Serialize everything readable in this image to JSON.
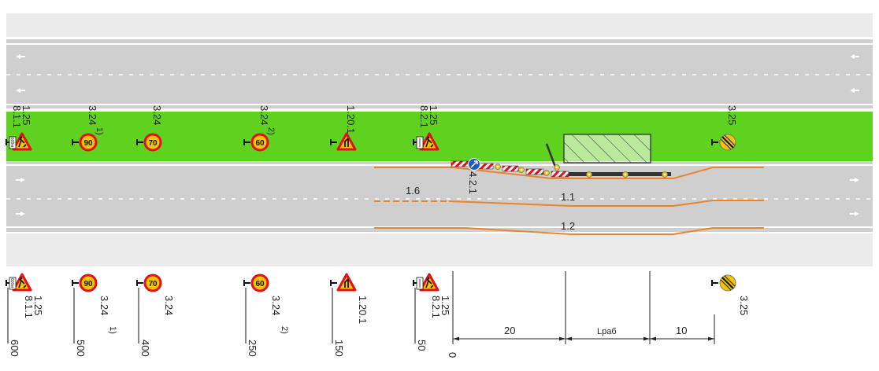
{
  "signs": [
    {
      "id": "s600",
      "code": "1.25",
      "code2": "8.1.1",
      "plate": "600м",
      "sup": "",
      "distance": "600",
      "shape": "triangle-works"
    },
    {
      "id": "s500",
      "code": "3.24",
      "code2": "",
      "plate": "",
      "sup": "1)",
      "distance": "500",
      "shape": "speed",
      "speed": "90"
    },
    {
      "id": "s400",
      "code": "3.24",
      "code2": "",
      "plate": "",
      "sup": "",
      "distance": "400",
      "shape": "speed",
      "speed": "70"
    },
    {
      "id": "s250",
      "code": "3.24",
      "code2": "",
      "plate": "",
      "sup": "2)",
      "distance": "250",
      "shape": "speed",
      "speed": "60"
    },
    {
      "id": "s150",
      "code": "1.20.1",
      "code2": "",
      "plate": "",
      "sup": "",
      "distance": "150",
      "shape": "triangle-narrow"
    },
    {
      "id": "s50",
      "code": "1.25",
      "code2": "8.2.1",
      "plate": "",
      "sup": "",
      "distance": "50",
      "shape": "triangle-works"
    },
    {
      "id": "send",
      "code": "3.25",
      "code2": "",
      "plate": "",
      "sup": "",
      "distance": "",
      "shape": "end-limit"
    }
  ],
  "zero_label": "0",
  "sign_421": "4.2.1",
  "markings": {
    "m16": "1.6",
    "m11": "1.1",
    "m12": "1.2"
  },
  "dimensions": [
    {
      "label": "20"
    },
    {
      "label": "Lраб"
    },
    {
      "label": "10"
    }
  ],
  "colors": {
    "verge": "#eaeaea",
    "road": "#cfcfcf",
    "median": "#5fd11f",
    "marking_orange": "#e8862e",
    "sign_red": "#e3101a",
    "sign_yellow": "#f5c400",
    "sign_blue": "#1f58c8"
  }
}
